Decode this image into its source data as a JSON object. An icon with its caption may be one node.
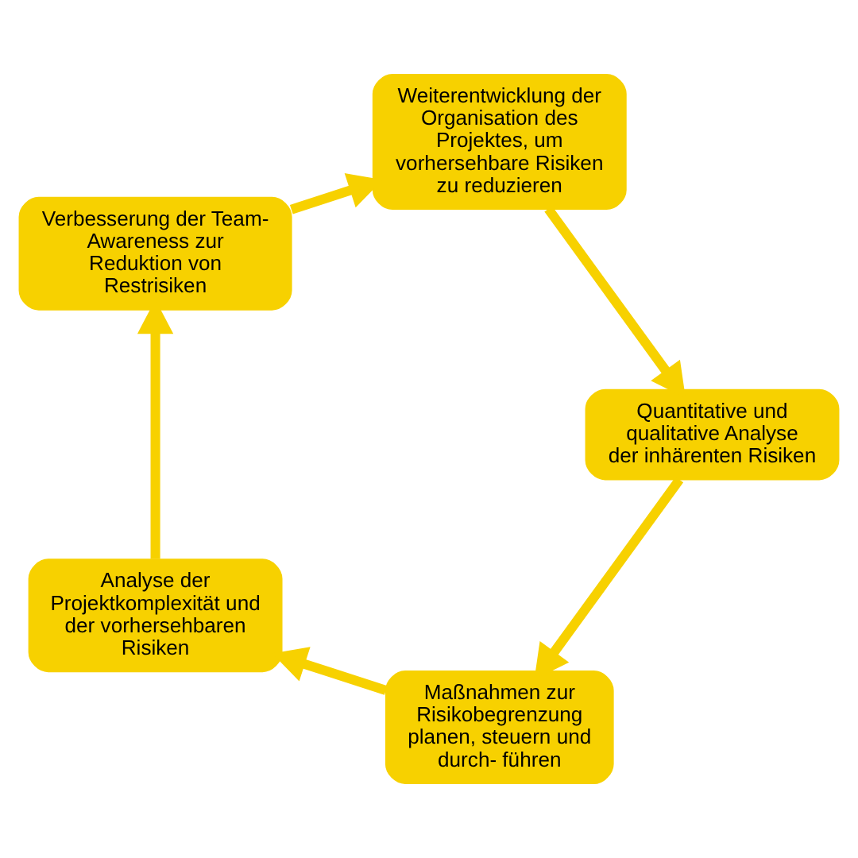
{
  "diagram": {
    "nodes": [
      {
        "text": [
          "Maßnahmen zur Risikobegrenzung planen, steuern und durch- führen"
        ]
      },
      {
        "text": [
          "Analyse der Projektkomplexität und der vorhersehbaren Risiken"
        ]
      },
      {
        "text": [
          "Verbesserung der Team- Awareness zur Reduktion von Restrisiken"
        ]
      },
      {
        "text": [
          "Weiterentwicklung der Organisation des Projektes, um vorhersehbare Risiken zu reduzieren"
        ]
      },
      {
        "text": [
          "Quantitative und qualitative Analyse der inhärenten Risiken"
        ]
      }
    ],
    "edges": [
      {
        "from": 0,
        "to": 1,
        "arrow": "to"
      },
      {
        "from": 1,
        "to": 2,
        "arrow": "to"
      },
      {
        "from": 2,
        "to": 3,
        "arrow": "to"
      },
      {
        "from": 3,
        "to": 4,
        "arrow": "to"
      },
      {
        "from": 4,
        "to": 0,
        "arrow": "to"
      }
    ]
  }
}
